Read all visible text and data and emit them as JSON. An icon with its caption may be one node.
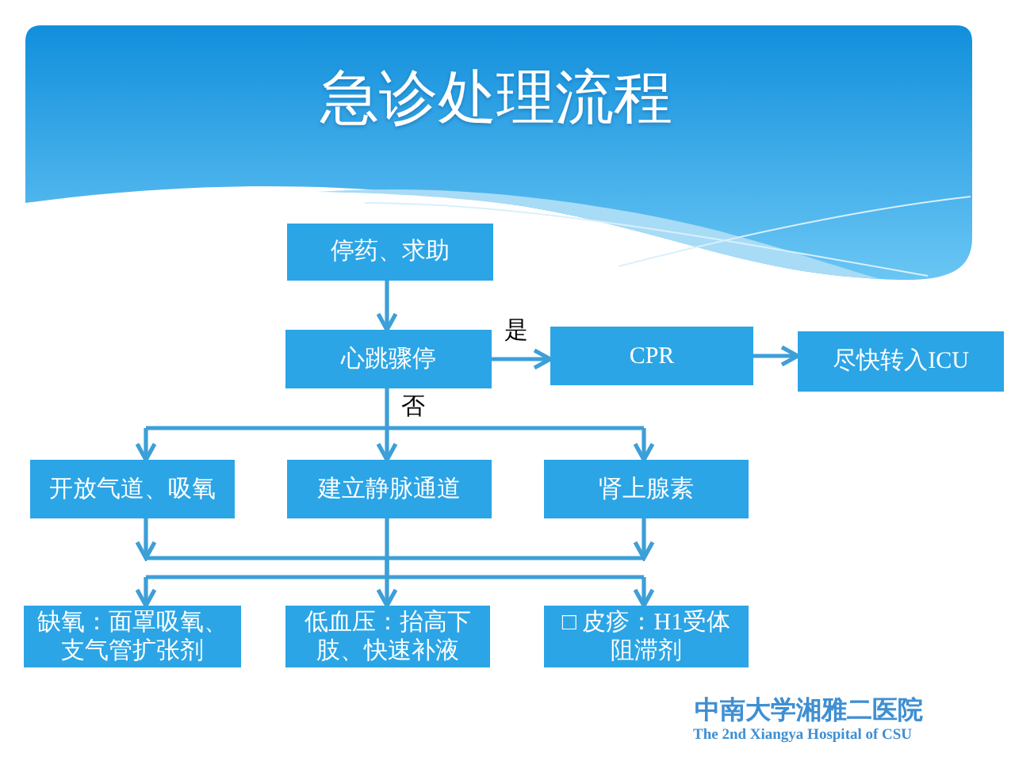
{
  "diagram": {
    "title": "急诊处理流程",
    "nodes": [
      {
        "text": [
          "停药、求助"
        ]
      },
      {
        "text": [
          "心跳骤停"
        ]
      },
      {
        "text": [
          "CPR"
        ]
      },
      {
        "text": [
          "尽快转入ICU"
        ]
      },
      {
        "text": [
          "开放气道、吸氧"
        ]
      },
      {
        "text": [
          "建立静脉通道"
        ]
      },
      {
        "text": [
          "肾上腺素"
        ]
      },
      {
        "text": [
          "缺氧：面罩吸氧、支气管扩张剂"
        ]
      },
      {
        "text": [
          "低血压：抬高下肢、快速补液"
        ]
      },
      {
        "text": [
          "□ 皮疹：H1受体阻滞剂"
        ]
      }
    ],
    "edges": [
      {
        "from": 0,
        "to": 1,
        "arrow": "to"
      },
      {
        "from": 1,
        "to": 2,
        "arrow": "to",
        "label": "是"
      },
      {
        "from": 2,
        "to": 3,
        "arrow": "to"
      },
      {
        "from": 1,
        "to": 4,
        "arrow": "to"
      },
      {
        "from": 1,
        "to": 5,
        "arrow": "to",
        "label": "否"
      },
      {
        "from": 1,
        "to": 6,
        "arrow": "to"
      },
      {
        "from": 4,
        "to": 7,
        "arrow": "to"
      },
      {
        "from": 4,
        "to": 8,
        "arrow": "to"
      },
      {
        "from": 4,
        "to": 9,
        "arrow": "to"
      },
      {
        "from": 5,
        "to": 7,
        "arrow": "to"
      },
      {
        "from": 5,
        "to": 8,
        "arrow": "to"
      },
      {
        "from": 5,
        "to": 9,
        "arrow": "to"
      },
      {
        "from": 6,
        "to": 7,
        "arrow": "to"
      },
      {
        "from": 6,
        "to": 8,
        "arrow": "to"
      },
      {
        "from": 6,
        "to": 9,
        "arrow": "to"
      }
    ],
    "labels": [
      "中南大学湘雅二医院",
      "The 2nd Xiangya Hospital of CSU"
    ]
  }
}
